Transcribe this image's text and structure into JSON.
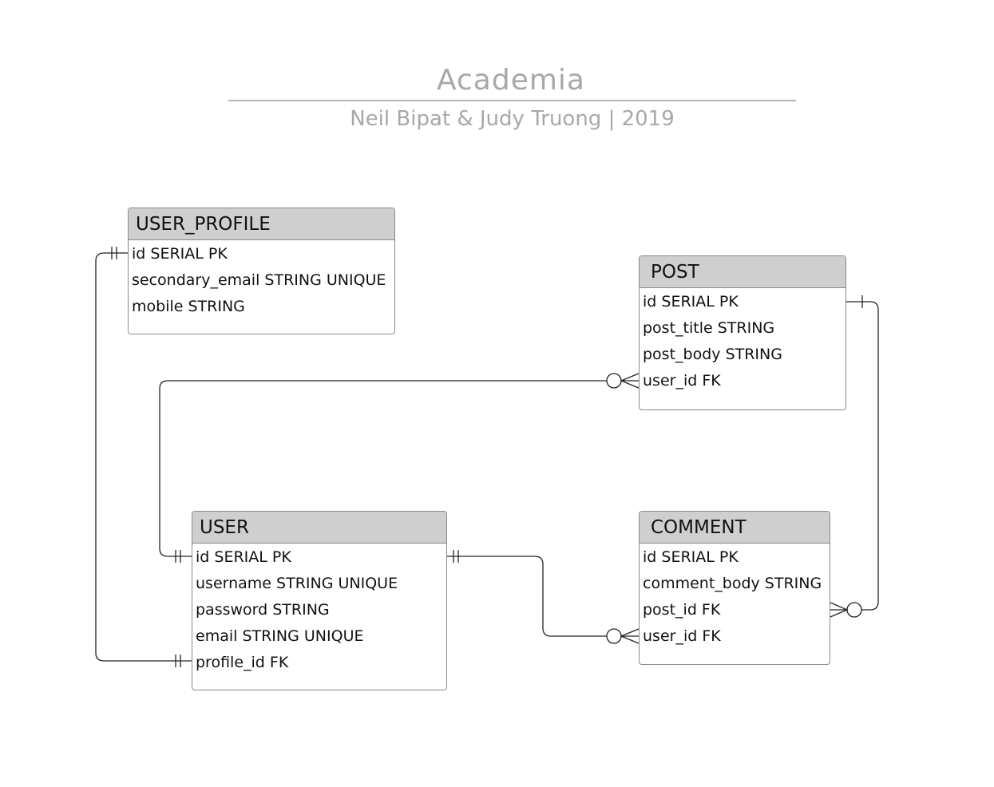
{
  "header": {
    "title": "Academia",
    "subtitle": "Neil Bipat & Judy Truong | 2019"
  },
  "entities": {
    "user_profile": {
      "name": "USER_PROFILE",
      "fields": [
        "id SERIAL PK",
        "secondary_email STRING UNIQUE",
        "mobile STRING"
      ]
    },
    "post": {
      "name": "POST",
      "fields": [
        "id SERIAL PK",
        "post_title STRING",
        "post_body STRING",
        "user_id FK"
      ]
    },
    "user": {
      "name": "USER",
      "fields": [
        "id SERIAL PK",
        "username STRING UNIQUE",
        "password STRING",
        "email STRING UNIQUE",
        "profile_id FK"
      ]
    },
    "comment": {
      "name": "COMMENT",
      "fields": [
        "id SERIAL PK",
        "comment_body STRING",
        "post_id FK",
        "user_id FK"
      ]
    }
  },
  "relationships": [
    {
      "from": "USER_PROFILE.id",
      "to": "USER.profile_id",
      "from_cardinality": "one-and-only-one",
      "to_cardinality": "one-and-only-one"
    },
    {
      "from": "USER.id",
      "to": "POST.user_id",
      "from_cardinality": "one-and-only-one",
      "to_cardinality": "zero-or-many"
    },
    {
      "from": "USER.id",
      "to": "COMMENT.user_id",
      "from_cardinality": "one-and-only-one",
      "to_cardinality": "zero-or-many"
    },
    {
      "from": "POST.id",
      "to": "COMMENT.post_id",
      "from_cardinality": "one",
      "to_cardinality": "zero-or-many"
    }
  ]
}
